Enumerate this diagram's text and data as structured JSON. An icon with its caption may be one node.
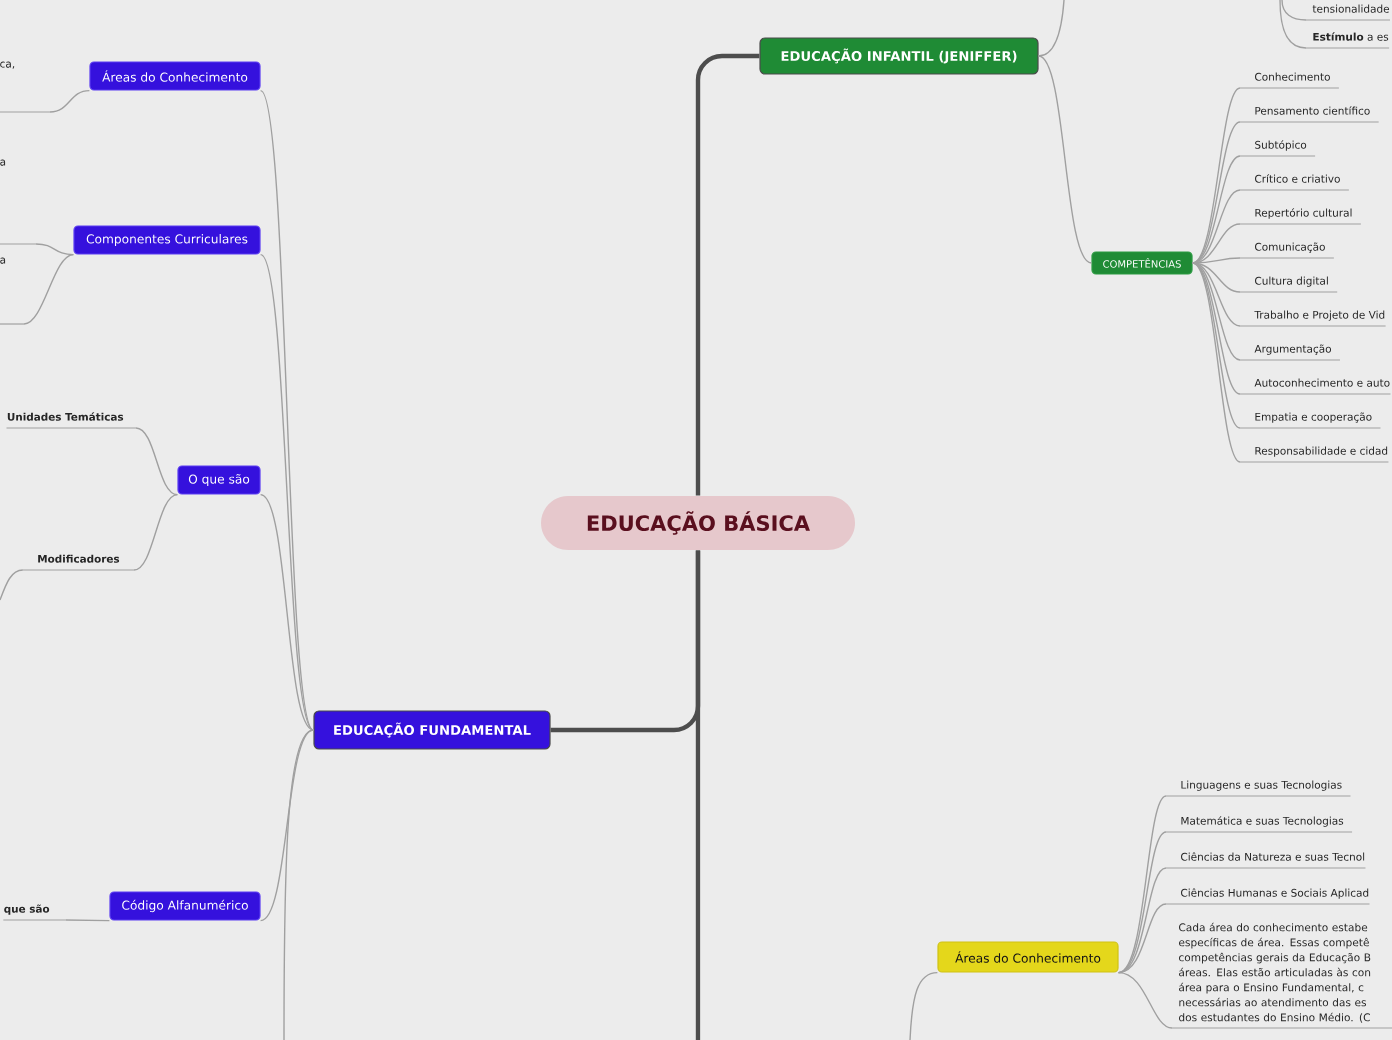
{
  "diagram": {
    "nodes": [
      {
        "text": [
          "EDUCAÇÃO BÁSICA"
        ]
      },
      {
        "text": [
          "EDUCAÇÃO INFANTIL (JENIFFER)"
        ]
      },
      {
        "text": [
          "COMPETÊNCIAS"
        ]
      },
      {
        "text": [
          "Conhecimento"
        ]
      },
      {
        "text": [
          "Pensamento científico"
        ]
      },
      {
        "text": [
          "Subtópico"
        ]
      },
      {
        "text": [
          "Crítico e criativo"
        ]
      },
      {
        "text": [
          "Repertório cultural"
        ]
      },
      {
        "text": [
          "Comunicação"
        ]
      },
      {
        "text": [
          "Cultura digital"
        ]
      },
      {
        "text": [
          "Trabalho e Projeto de Vid"
        ]
      },
      {
        "text": [
          "Argumentação"
        ]
      },
      {
        "text": [
          "Autoconhecimento e auto"
        ]
      },
      {
        "text": [
          "Empatia e cooperação"
        ]
      },
      {
        "text": [
          "Responsabilidade e cidad"
        ]
      },
      {
        "text": [
          "tensionalidade"
        ]
      },
      {
        "text": [
          "**Estímulo** a es"
        ]
      },
      {
        "text": [
          "EDUCAÇÃO FUNDAMENTAL"
        ]
      },
      {
        "text": [
          "Áreas do Conhecimento"
        ]
      },
      {
        "text": [
          "ca,"
        ]
      },
      {
        "text": [
          "Componentes Curriculares"
        ]
      },
      {
        "text": [
          "a"
        ]
      },
      {
        "text": [
          "a"
        ]
      },
      {
        "text": [
          "O que são"
        ]
      },
      {
        "text": [
          "Unidades Temáticas"
        ]
      },
      {
        "text": [
          "Modificadores"
        ]
      },
      {
        "text": [
          "Código Alfanumérico"
        ]
      },
      {
        "text": [
          "que são"
        ]
      },
      {
        "text": [
          "Áreas do Conhecimento"
        ]
      },
      {
        "text": [
          "Linguagens e suas Tecnologias"
        ]
      },
      {
        "text": [
          "Matemática e suas Tecnologias"
        ]
      },
      {
        "text": [
          "Ciências da Natureza e suas Tecnol"
        ]
      },
      {
        "text": [
          "Ciências Humanas e Sociais Aplicad"
        ]
      },
      {
        "text": [
          "Cada área do conhecimento estabe específicas de área. Essas competê competências gerais da Educação B áreas. Elas estão articuladas às con área para o Ensino Fundamental, c necessárias ao atendimento das es dos estudantes do Ensino Médio. (C"
        ]
      }
    ],
    "edges": [
      {
        "from": 0,
        "to": 1,
        "arrow": "none",
        "style": "thick",
        "color": "#4d4d4d"
      },
      {
        "from": 0,
        "to": 17,
        "arrow": "none",
        "style": "thick",
        "color": "#4d4d4d"
      },
      {
        "from": 0,
        "to": null,
        "arrow": "none",
        "style": "thick",
        "color": "#4d4d4d"
      },
      {
        "from": 1,
        "to": 2,
        "arrow": "none"
      },
      {
        "from": 1,
        "to": null,
        "arrow": "none"
      },
      {
        "from": 2,
        "to": 3,
        "arrow": "none"
      },
      {
        "from": 2,
        "to": 4,
        "arrow": "none"
      },
      {
        "from": 2,
        "to": 5,
        "arrow": "none"
      },
      {
        "from": 2,
        "to": 6,
        "arrow": "none"
      },
      {
        "from": 2,
        "to": 7,
        "arrow": "none"
      },
      {
        "from": 2,
        "to": 8,
        "arrow": "none"
      },
      {
        "from": 2,
        "to": 9,
        "arrow": "none"
      },
      {
        "from": 2,
        "to": 10,
        "arrow": "none"
      },
      {
        "from": 2,
        "to": 11,
        "arrow": "none"
      },
      {
        "from": 2,
        "to": 12,
        "arrow": "none"
      },
      {
        "from": 2,
        "to": 13,
        "arrow": "none"
      },
      {
        "from": 2,
        "to": 14,
        "arrow": "none"
      },
      {
        "from": null,
        "to": 15,
        "arrow": "none"
      },
      {
        "from": null,
        "to": 16,
        "arrow": "none"
      },
      {
        "from": 17,
        "to": 18,
        "arrow": "none"
      },
      {
        "from": 17,
        "to": 20,
        "arrow": "none"
      },
      {
        "from": 17,
        "to": 23,
        "arrow": "none"
      },
      {
        "from": 17,
        "to": 26,
        "arrow": "none"
      },
      {
        "from": 17,
        "to": null,
        "arrow": "none"
      },
      {
        "from": 18,
        "to": 19,
        "arrow": "none"
      },
      {
        "from": 20,
        "to": 21,
        "arrow": "none"
      },
      {
        "from": 20,
        "to": 22,
        "arrow": "none"
      },
      {
        "from": 23,
        "to": 24,
        "arrow": "none"
      },
      {
        "from": 23,
        "to": 25,
        "arrow": "none"
      },
      {
        "from": 25,
        "to": null,
        "arrow": "none"
      },
      {
        "from": 26,
        "to": 27,
        "arrow": "none"
      },
      {
        "from": null,
        "to": 28,
        "arrow": "none"
      },
      {
        "from": 28,
        "to": 29,
        "arrow": "none"
      },
      {
        "from": 28,
        "to": 30,
        "arrow": "none"
      },
      {
        "from": 28,
        "to": 31,
        "arrow": "none"
      },
      {
        "from": 28,
        "to": 32,
        "arrow": "none"
      },
      {
        "from": 28,
        "to": 33,
        "arrow": "none"
      }
    ]
  }
}
